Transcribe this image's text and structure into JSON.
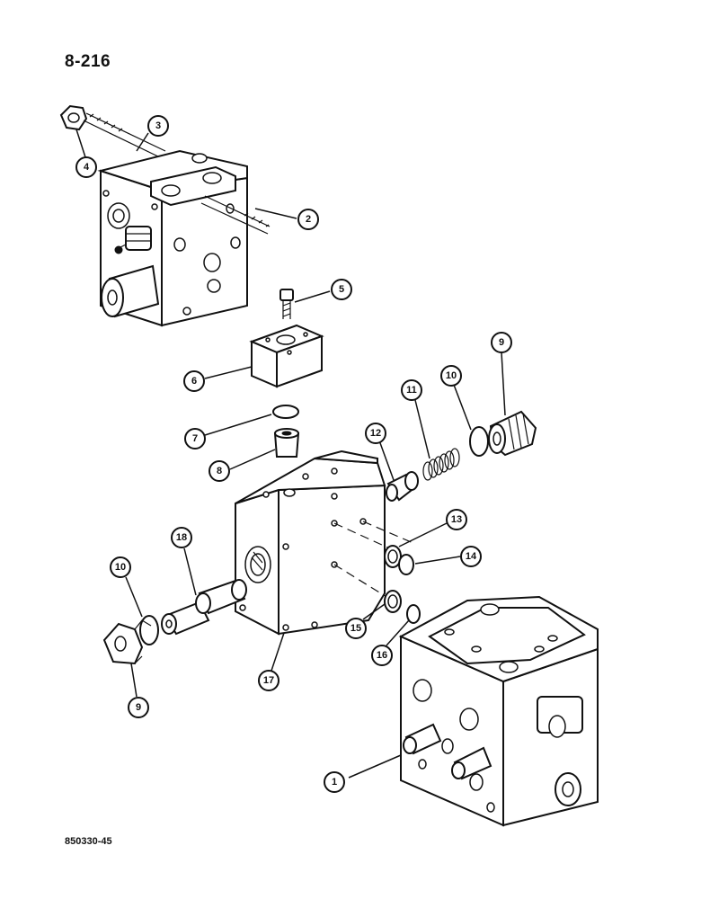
{
  "page_label": "8-216",
  "figure_code": "850330-45",
  "callouts": [
    {
      "id": "c1",
      "label": "1"
    },
    {
      "id": "c2",
      "label": "2"
    },
    {
      "id": "c3",
      "label": "3"
    },
    {
      "id": "c4",
      "label": "4"
    },
    {
      "id": "c5",
      "label": "5"
    },
    {
      "id": "c6",
      "label": "6"
    },
    {
      "id": "c7",
      "label": "7"
    },
    {
      "id": "c8",
      "label": "8"
    },
    {
      "id": "c9a",
      "label": "9"
    },
    {
      "id": "c10a",
      "label": "10"
    },
    {
      "id": "c11",
      "label": "11"
    },
    {
      "id": "c12",
      "label": "12"
    },
    {
      "id": "c13",
      "label": "13"
    },
    {
      "id": "c14",
      "label": "14"
    },
    {
      "id": "c15",
      "label": "15"
    },
    {
      "id": "c16",
      "label": "16"
    },
    {
      "id": "c17",
      "label": "17"
    },
    {
      "id": "c18",
      "label": "18"
    },
    {
      "id": "c10b",
      "label": "10"
    },
    {
      "id": "c9b",
      "label": "9"
    }
  ]
}
